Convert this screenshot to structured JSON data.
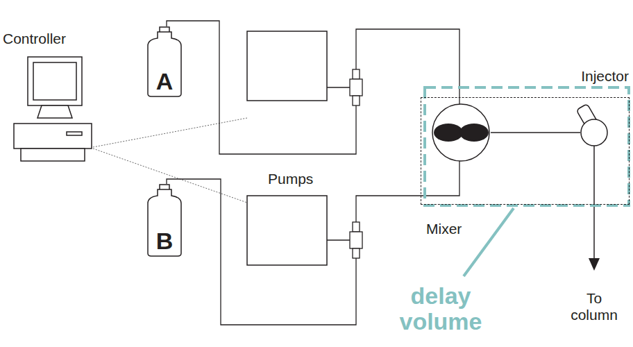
{
  "diagram": {
    "nodes": [
      {
        "text": [
          "A"
        ]
      },
      {
        "text": [
          "B"
        ]
      },
      {
        "text": [
          "Injector"
        ]
      }
    ],
    "labels": [
      "Controller",
      "Pumps",
      "Mixer",
      "To column",
      "delay volume"
    ]
  }
}
